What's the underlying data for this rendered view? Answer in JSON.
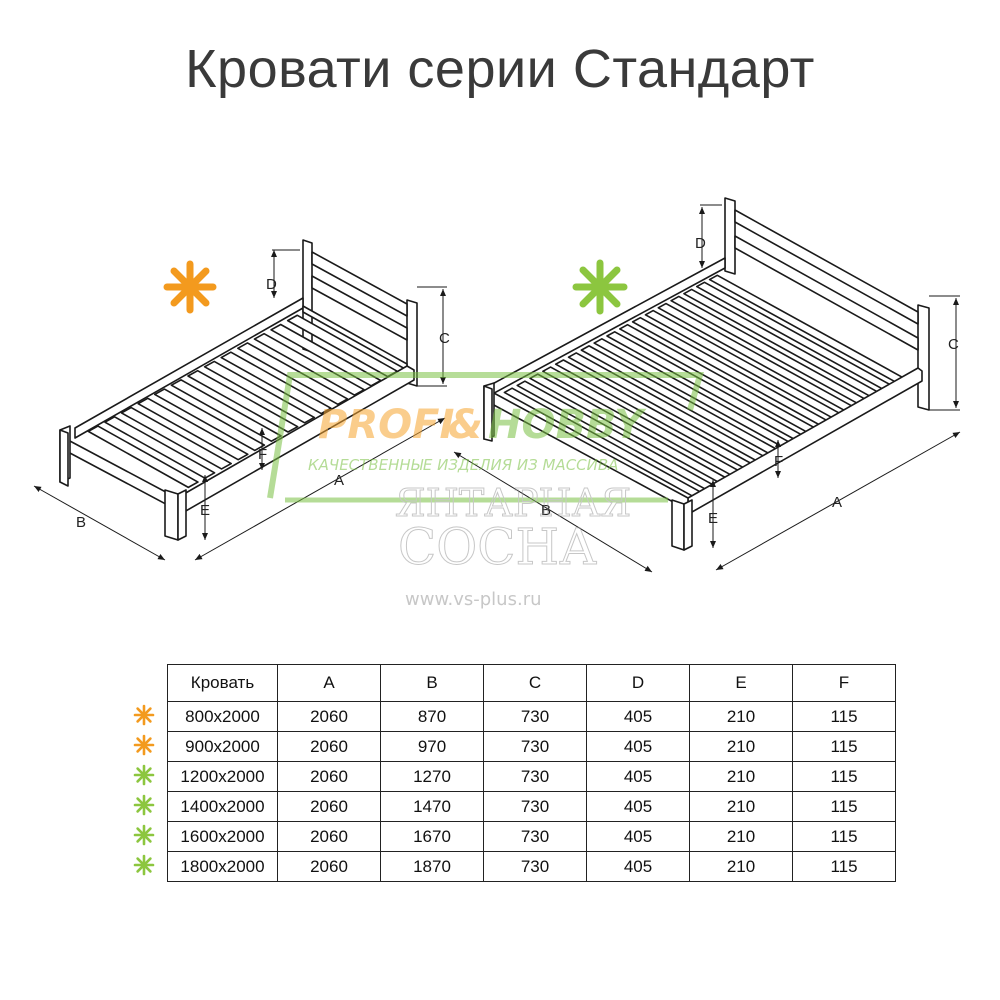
{
  "title": "Кровати серии Стандарт",
  "colors": {
    "orange": "#f39a1e",
    "green": "#8cc63f",
    "line": "#1a1a1a",
    "watermark_green": "#7ac143",
    "watermark_orange": "#f6a530",
    "watermark_gray": "#9a9a9a"
  },
  "diagram": {
    "single_bed": {
      "marker_icon": "orange-asterisk-icon",
      "labels": {
        "A": "A",
        "B": "B",
        "C": "C",
        "D": "D",
        "E": "E",
        "F": "F"
      }
    },
    "double_bed": {
      "marker_icon": "green-asterisk-icon",
      "labels": {
        "A": "A",
        "B": "B",
        "C": "C",
        "D": "D",
        "E": "E",
        "F": "F"
      }
    }
  },
  "watermark": {
    "brand_left": "PROFI",
    "brand_right": "HOBBY",
    "tagline": "КАЧЕСТВЕННЫЕ ИЗДЕЛИЯ ИЗ МАССИВА",
    "line1": "ЯНТАРНАЯ",
    "line2": "СОСНА",
    "url": "www.vs-plus.ru"
  },
  "table": {
    "headers": [
      "Кровать",
      "A",
      "B",
      "C",
      "D",
      "E",
      "F"
    ],
    "rows": [
      {
        "marker": "orange",
        "cells": [
          "800x2000",
          "2060",
          "870",
          "730",
          "405",
          "210",
          "115"
        ]
      },
      {
        "marker": "orange",
        "cells": [
          "900x2000",
          "2060",
          "970",
          "730",
          "405",
          "210",
          "115"
        ]
      },
      {
        "marker": "green",
        "cells": [
          "1200x2000",
          "2060",
          "1270",
          "730",
          "405",
          "210",
          "115"
        ]
      },
      {
        "marker": "green",
        "cells": [
          "1400x2000",
          "2060",
          "1470",
          "730",
          "405",
          "210",
          "115"
        ]
      },
      {
        "marker": "green",
        "cells": [
          "1600x2000",
          "2060",
          "1670",
          "730",
          "405",
          "210",
          "115"
        ]
      },
      {
        "marker": "green",
        "cells": [
          "1800x2000",
          "2060",
          "1870",
          "730",
          "405",
          "210",
          "115"
        ]
      }
    ]
  }
}
